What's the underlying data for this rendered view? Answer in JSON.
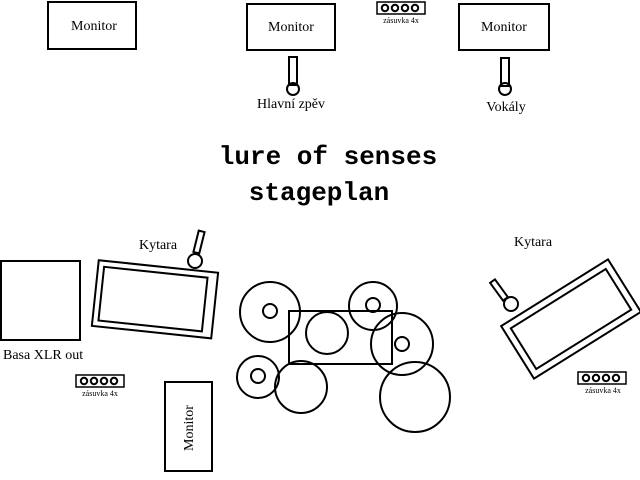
{
  "title": {
    "line1": "lure of senses",
    "line2": "stageplan"
  },
  "monitors": {
    "left": "Monitor",
    "center": "Monitor",
    "right": "Monitor",
    "bottom": "Monitor"
  },
  "microphones": {
    "lead": "Hlavní zpěv",
    "backing": "Vokály"
  },
  "guitars": {
    "left": "Kytara",
    "right": "Kytara"
  },
  "bass": {
    "label": "Basa XLR out"
  },
  "power_strips": {
    "top": "zásuvka 4x",
    "left": "zásuvka 4x",
    "right": "zásuvka 4x"
  },
  "colors": {
    "line": "#000000",
    "background": "#ffffff"
  }
}
